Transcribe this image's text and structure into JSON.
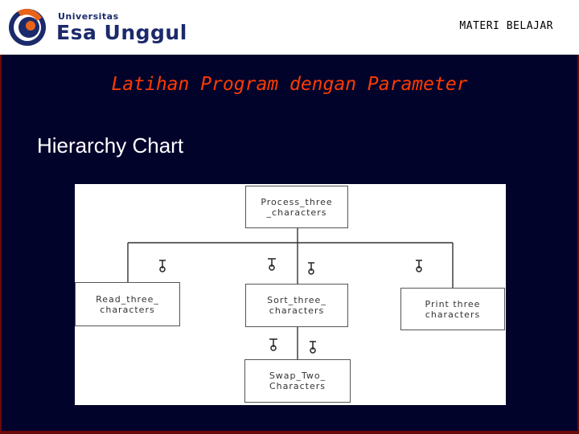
{
  "header": {
    "logo": {
      "small": "Universitas",
      "big": "Esa Unggul"
    },
    "title": "MATERI BELAJAR"
  },
  "slide": {
    "title": "Latihan Program dengan Parameter",
    "subtitle": "Hierarchy Chart"
  },
  "diagram": {
    "root": "Process_three\n_characters",
    "read": "Read_three_\ncharacters",
    "sort": "Sort_three_\ncharacters",
    "print": "Print three\ncharacters",
    "swap": "Swap_Two_\nCharacters"
  }
}
